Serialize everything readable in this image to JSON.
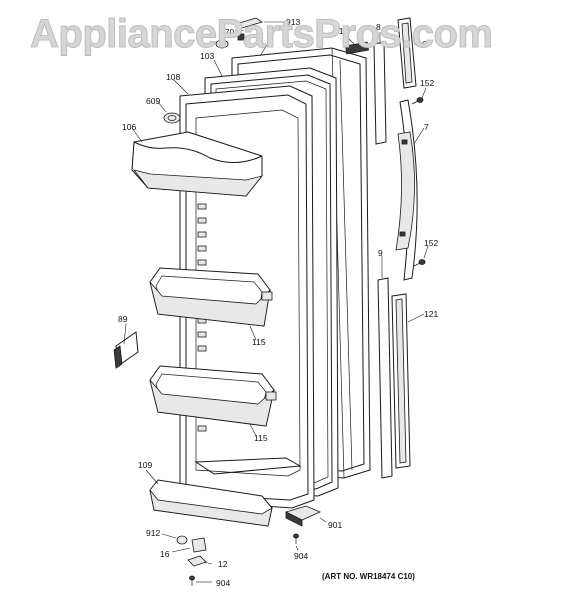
{
  "watermark": "AppliancePartsPros.com",
  "art_number": "(ART NO. WR18474 C10)",
  "callouts": {
    "c913": "913",
    "c270": "270",
    "c1": "1",
    "c91": "91",
    "c8": "8",
    "c6": "6",
    "c103": "103",
    "c108": "108",
    "c609": "609",
    "c152a": "152",
    "c106": "106",
    "c7": "7",
    "c9": "9",
    "c152b": "152",
    "c89": "89",
    "c115a": "115",
    "c121": "121",
    "c115b": "115",
    "c109": "109",
    "c912": "912",
    "c901": "901",
    "c16": "16",
    "c12": "12",
    "c904a": "904",
    "c904b": "904"
  }
}
